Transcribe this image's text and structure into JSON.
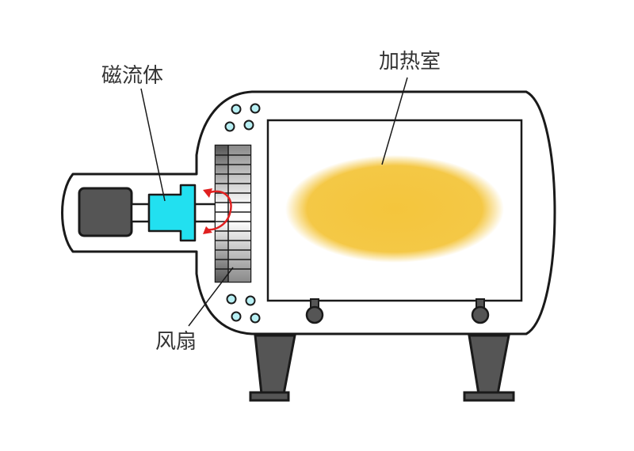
{
  "labels": {
    "magnetic_fluid": "磁流体",
    "heating_chamber": "加热室",
    "fan": "风扇"
  },
  "colors": {
    "outline": "#1a1a1a",
    "motor": "#555555",
    "leg": "#555555",
    "magnetic_fluid": "#22e0f0",
    "heat_zone": "#f4c53c",
    "coolant_holes": "#b8f0f4",
    "rotation_arrow": "#e02020",
    "label_text": "#333333"
  },
  "icons": {
    "rotation": "rotation-arrow-icon"
  }
}
